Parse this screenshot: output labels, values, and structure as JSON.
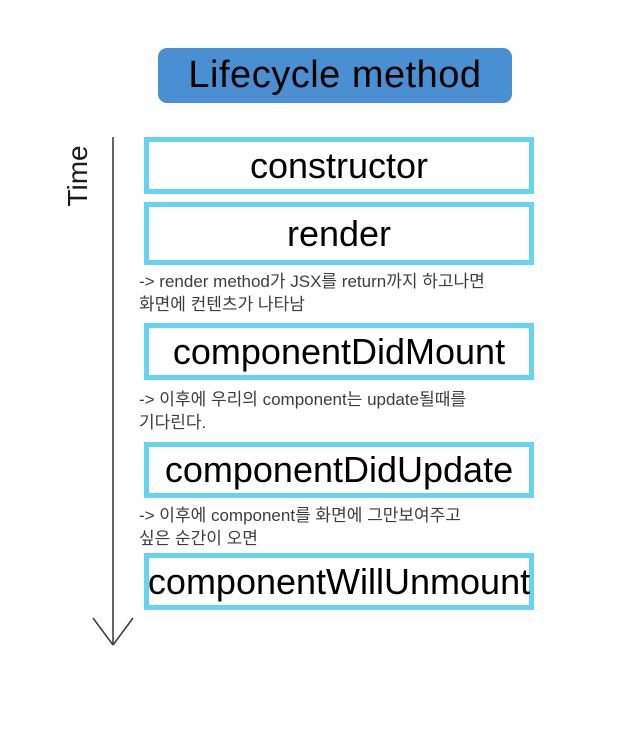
{
  "diagram": {
    "title": "Lifecycle method",
    "time_label": "Time",
    "boxes": [
      {
        "label": "constructor"
      },
      {
        "label": "render"
      },
      {
        "label": "componentDidMount"
      },
      {
        "label": "componentDidUpdate"
      },
      {
        "label": "componentWillUnmount"
      }
    ],
    "notes": [
      {
        "text": "-> render method가 JSX를 return까지 하고나면\n화면에 컨텐츠가 나타남"
      },
      {
        "text": "-> 이후에 우리의 component는 update될때를\n기다린다."
      },
      {
        "text": "-> 이후에 component를 화면에 그만보여주고\n싶은 순간이 오면"
      }
    ],
    "colors": {
      "title_bg": "#4a8fd1",
      "box_border": "#67d3f0",
      "arrow": "#3f3f3f",
      "box_text": "#000000",
      "note_text": "#3d3d3d"
    }
  }
}
